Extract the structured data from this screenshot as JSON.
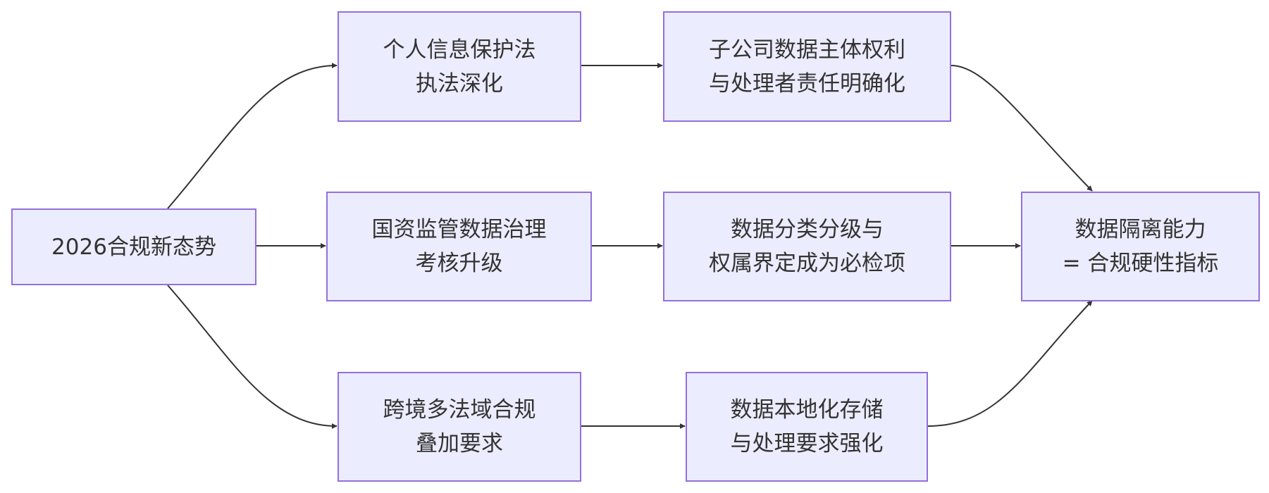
{
  "colors": {
    "node_fill": "#ececff",
    "node_border": "#9370db",
    "text": "#333333",
    "edge": "#333333"
  },
  "nodes": {
    "root": {
      "lines": [
        "2026合规新态势"
      ]
    },
    "pipl": {
      "lines": [
        "个人信息保护法",
        "执法深化"
      ]
    },
    "sasac": {
      "lines": [
        "国资监管数据治理",
        "考核升级"
      ]
    },
    "crossborder": {
      "lines": [
        "跨境多法域合规",
        "叠加要求"
      ]
    },
    "rights": {
      "lines": [
        "子公司数据主体权利",
        "与处理者责任明确化"
      ]
    },
    "classify": {
      "lines": [
        "数据分类分级与",
        "权属界定成为必检项"
      ]
    },
    "localize": {
      "lines": [
        "数据本地化存储",
        "与处理要求强化"
      ]
    },
    "result": {
      "lines": [
        "数据隔离能力",
        "= 合规硬性指标"
      ]
    }
  },
  "edges": [
    {
      "from": "root",
      "to": "pipl"
    },
    {
      "from": "root",
      "to": "sasac"
    },
    {
      "from": "root",
      "to": "crossborder"
    },
    {
      "from": "pipl",
      "to": "rights"
    },
    {
      "from": "sasac",
      "to": "classify"
    },
    {
      "from": "crossborder",
      "to": "localize"
    },
    {
      "from": "rights",
      "to": "result"
    },
    {
      "from": "classify",
      "to": "result"
    },
    {
      "from": "localize",
      "to": "result"
    }
  ]
}
